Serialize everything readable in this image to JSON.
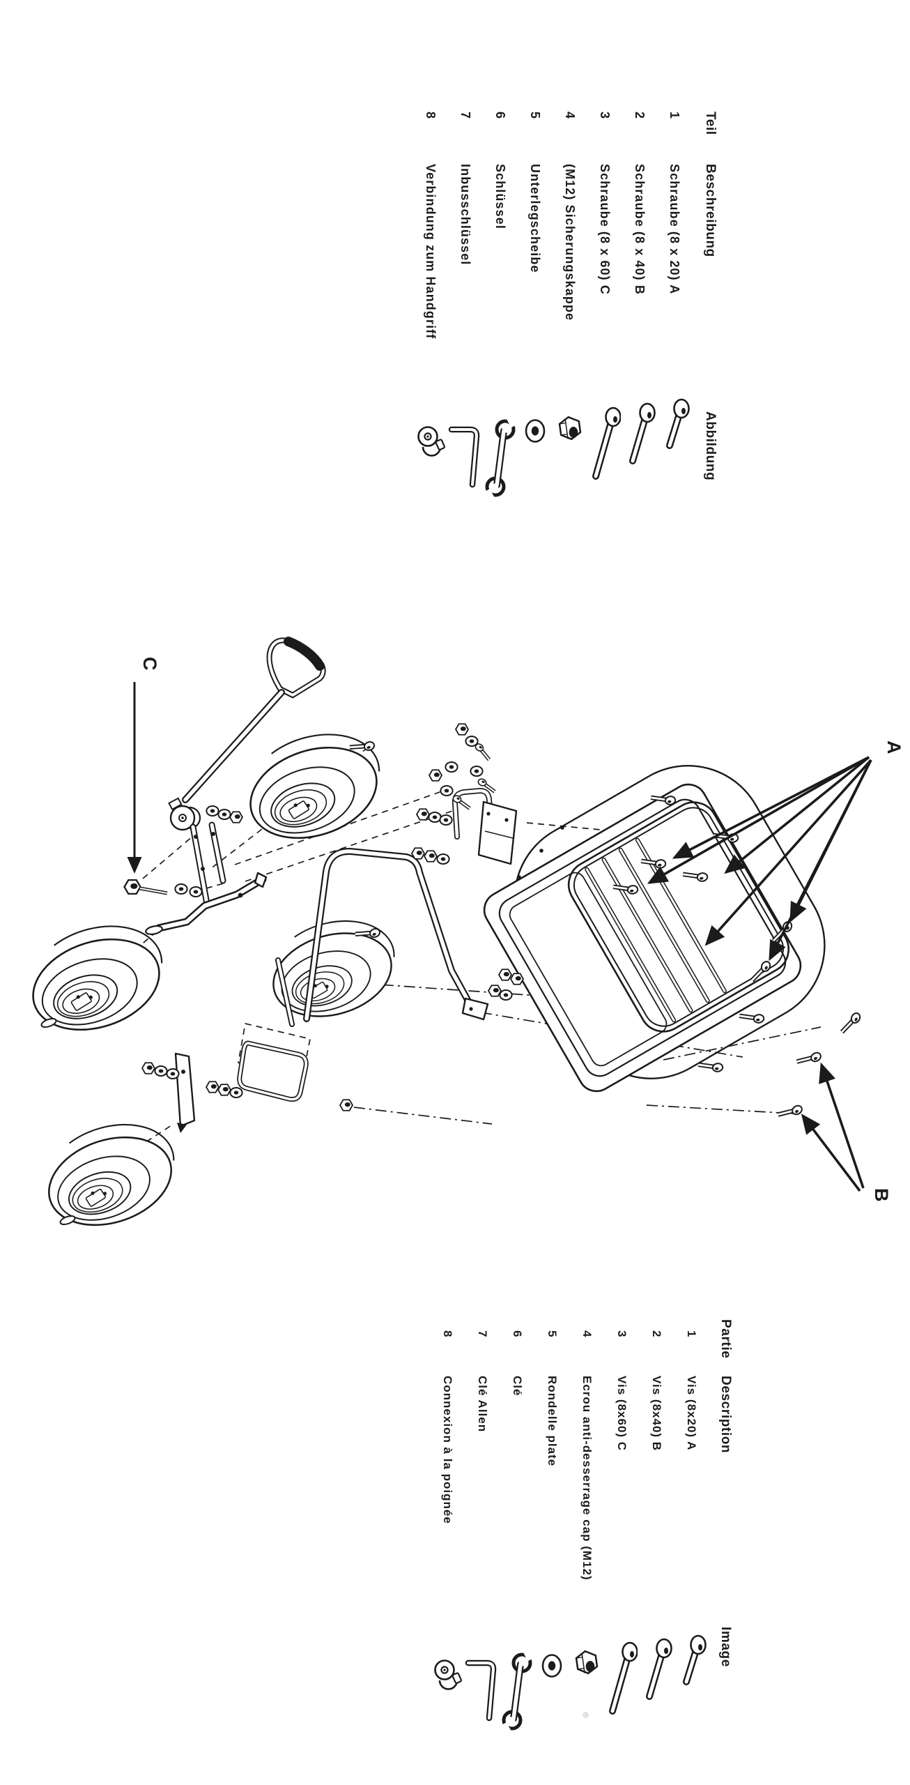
{
  "document": {
    "kind": "assembly-manual-parts-page",
    "orientation": "landscape page rotated 90 degrees clockwise",
    "colors": {
      "ink": "#1b1b1b",
      "paper": "#ffffff"
    }
  },
  "tables": {
    "german": {
      "headers": {
        "part": "Teil",
        "description": "Beschreibung",
        "image": "Abbildung"
      },
      "rows": [
        {
          "num": "1",
          "desc": "Schraube (8 x 20) A",
          "icon": "screw-short"
        },
        {
          "num": "2",
          "desc": "Schraube (8 x 40) B",
          "icon": "screw-medium"
        },
        {
          "num": "3",
          "desc": "Schraube (8 x 60) C",
          "icon": "screw-long"
        },
        {
          "num": "4",
          "desc": "(M12) Sicherungskappe",
          "icon": "cap-nut"
        },
        {
          "num": "5",
          "desc": "Unterlegscheibe",
          "icon": "washer"
        },
        {
          "num": "6",
          "desc": "Schlüssel",
          "icon": "wrench"
        },
        {
          "num": "7",
          "desc": "Inbusschlüssel",
          "icon": "allen-key"
        },
        {
          "num": "8",
          "desc": "Verbindung zum Handgriff",
          "icon": "handle-connector"
        }
      ]
    },
    "french": {
      "headers": {
        "part": "Partie",
        "description": "Description",
        "image": "Image"
      },
      "rows": [
        {
          "num": "1",
          "desc": "Vis (8x20) A",
          "icon": "screw-short"
        },
        {
          "num": "2",
          "desc": "Vis (8x40) B",
          "icon": "screw-medium"
        },
        {
          "num": "3",
          "desc": "Vis (8x60) C",
          "icon": "screw-long"
        },
        {
          "num": "4",
          "desc": "Ecrou anti-desserrage cap (M12)",
          "icon": "cap-nut"
        },
        {
          "num": "5",
          "desc": "Rondelle plate",
          "icon": "washer"
        },
        {
          "num": "6",
          "desc": "Clé",
          "icon": "wrench"
        },
        {
          "num": "7",
          "desc": "Clé Allen",
          "icon": "allen-key"
        },
        {
          "num": "8",
          "desc": "Connexion à la poignée",
          "icon": "handle-connector"
        }
      ]
    }
  },
  "diagram": {
    "type": "exploded-view-garden-cart",
    "labels": {
      "a": "A",
      "b": "B",
      "c": "C"
    },
    "parts_shown": [
      "d-handle",
      "handle-connector",
      "tow-bracket",
      "four-wheels",
      "push-bar",
      "caster-mount-bracket",
      "axle-frame",
      "cart-tray",
      "bolts",
      "washers",
      "nuts"
    ]
  }
}
